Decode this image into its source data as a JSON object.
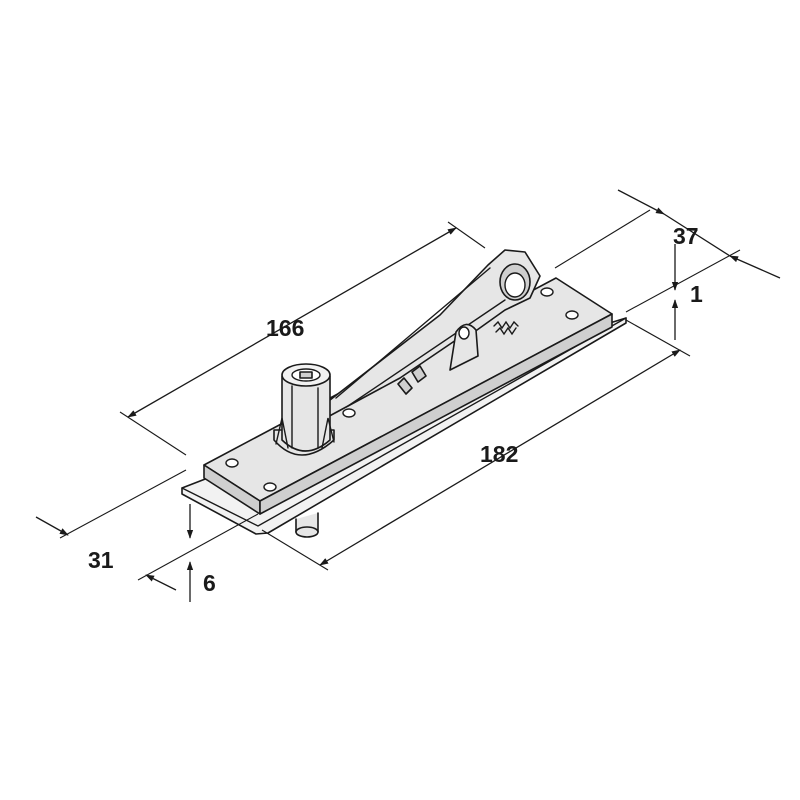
{
  "dimensions": {
    "length_overall": "182",
    "length_inner": "166",
    "width_plate": "31",
    "width_top": "37",
    "thickness_bottom": "6",
    "thickness_top": "1"
  },
  "colors": {
    "line": "#1a1a1a",
    "fill": "#e6e6e6",
    "background": "#ffffff"
  }
}
